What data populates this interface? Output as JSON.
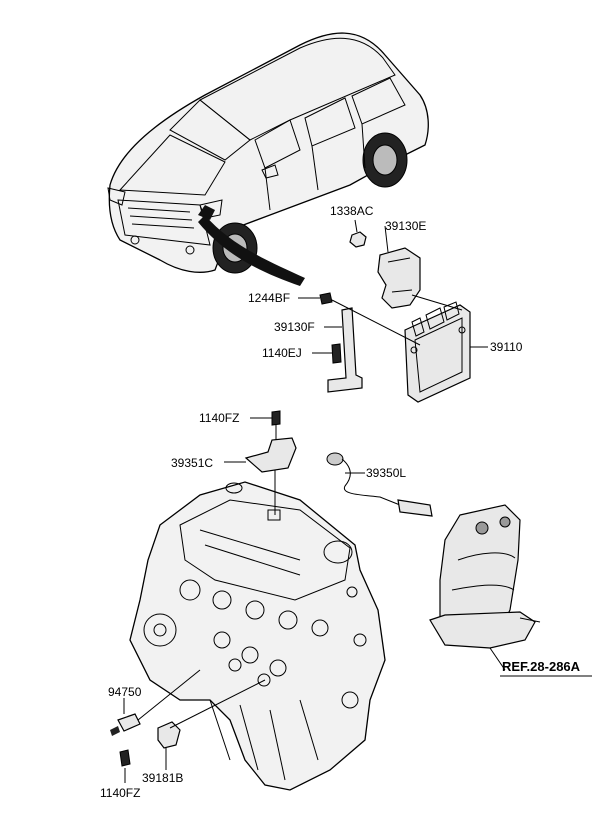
{
  "labels": {
    "p1338AC": "1338AC",
    "p39130E": "39130E",
    "p1244BF": "1244BF",
    "p39130F": "39130F",
    "p39110": "39110",
    "p1140EJ": "1140EJ",
    "p1140FZ_top": "1140FZ",
    "p39351C": "39351C",
    "p39350L": "39350L",
    "pREF": "REF.28-286A",
    "p94750": "94750",
    "p39181B": "39181B",
    "p1140FZ_bottom": "1140FZ"
  }
}
